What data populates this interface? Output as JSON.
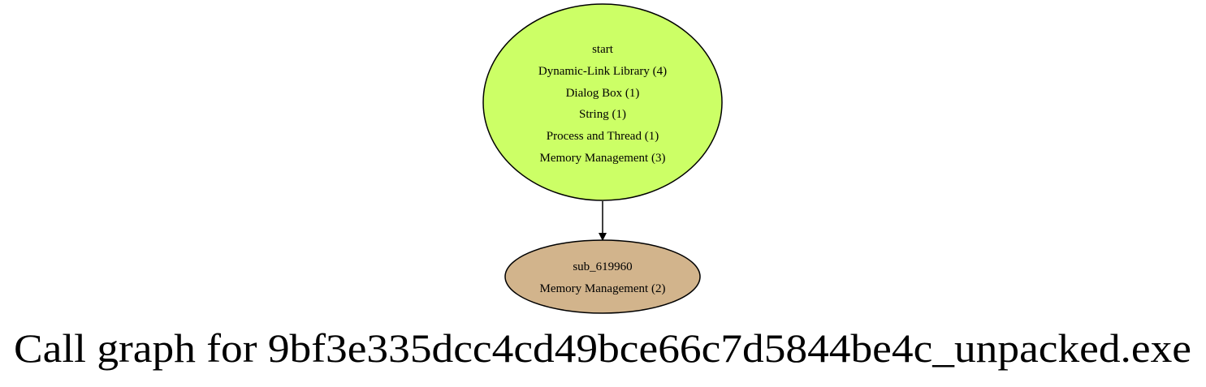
{
  "graph": {
    "title": "Call graph for 9bf3e335dcc4cd49bce66c7d5844be4c_unpacked.exe",
    "nodes": [
      {
        "id": "start",
        "fill": "#ccff66",
        "lines": [
          "start",
          "Dynamic-Link Library (4)",
          "Dialog Box (1)",
          "String (1)",
          "Process and Thread (1)",
          "Memory Management (3)"
        ]
      },
      {
        "id": "sub_619960",
        "fill": "#d2b48c",
        "lines": [
          "sub_619960",
          "Memory Management (2)"
        ]
      }
    ],
    "edges": [
      {
        "from": "start",
        "to": "sub_619960"
      }
    ]
  }
}
